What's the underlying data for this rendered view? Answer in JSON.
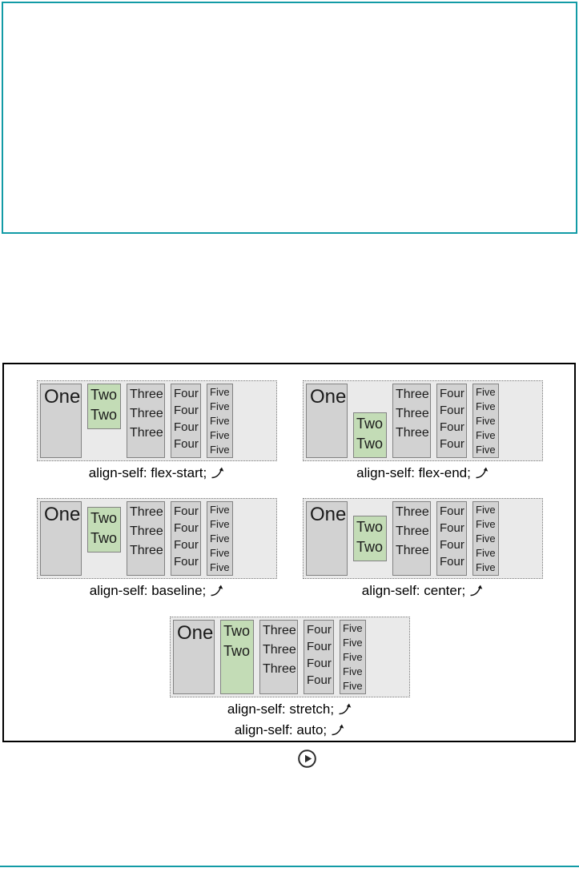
{
  "colors": {
    "accent_teal": "#129ba6",
    "container_bg": "#eaeaea",
    "item_gray": "#d2d2d2",
    "item_green": "#c3dcb6",
    "figure_border": "#000000"
  },
  "top_panel": {
    "content": ""
  },
  "figure": {
    "arrow_icon": "curved-arrow-icon",
    "items": [
      {
        "word": "One",
        "lines": 1
      },
      {
        "word": "Two",
        "lines": 2,
        "highlight": true
      },
      {
        "word": "Three",
        "lines": 3
      },
      {
        "word": "Four",
        "lines": 4
      },
      {
        "word": "Five",
        "lines": 5
      }
    ],
    "examples": [
      {
        "id": "flex-start",
        "captions": [
          "align-self: flex-start;"
        ]
      },
      {
        "id": "flex-end",
        "captions": [
          "align-self: flex-end;"
        ]
      },
      {
        "id": "baseline",
        "captions": [
          "align-self: baseline;"
        ]
      },
      {
        "id": "center",
        "captions": [
          "align-self: center;"
        ]
      },
      {
        "id": "stretch",
        "captions": [
          "align-self: stretch;",
          "align-self: auto;"
        ]
      }
    ]
  },
  "play_button": {
    "icon": "play-icon"
  }
}
